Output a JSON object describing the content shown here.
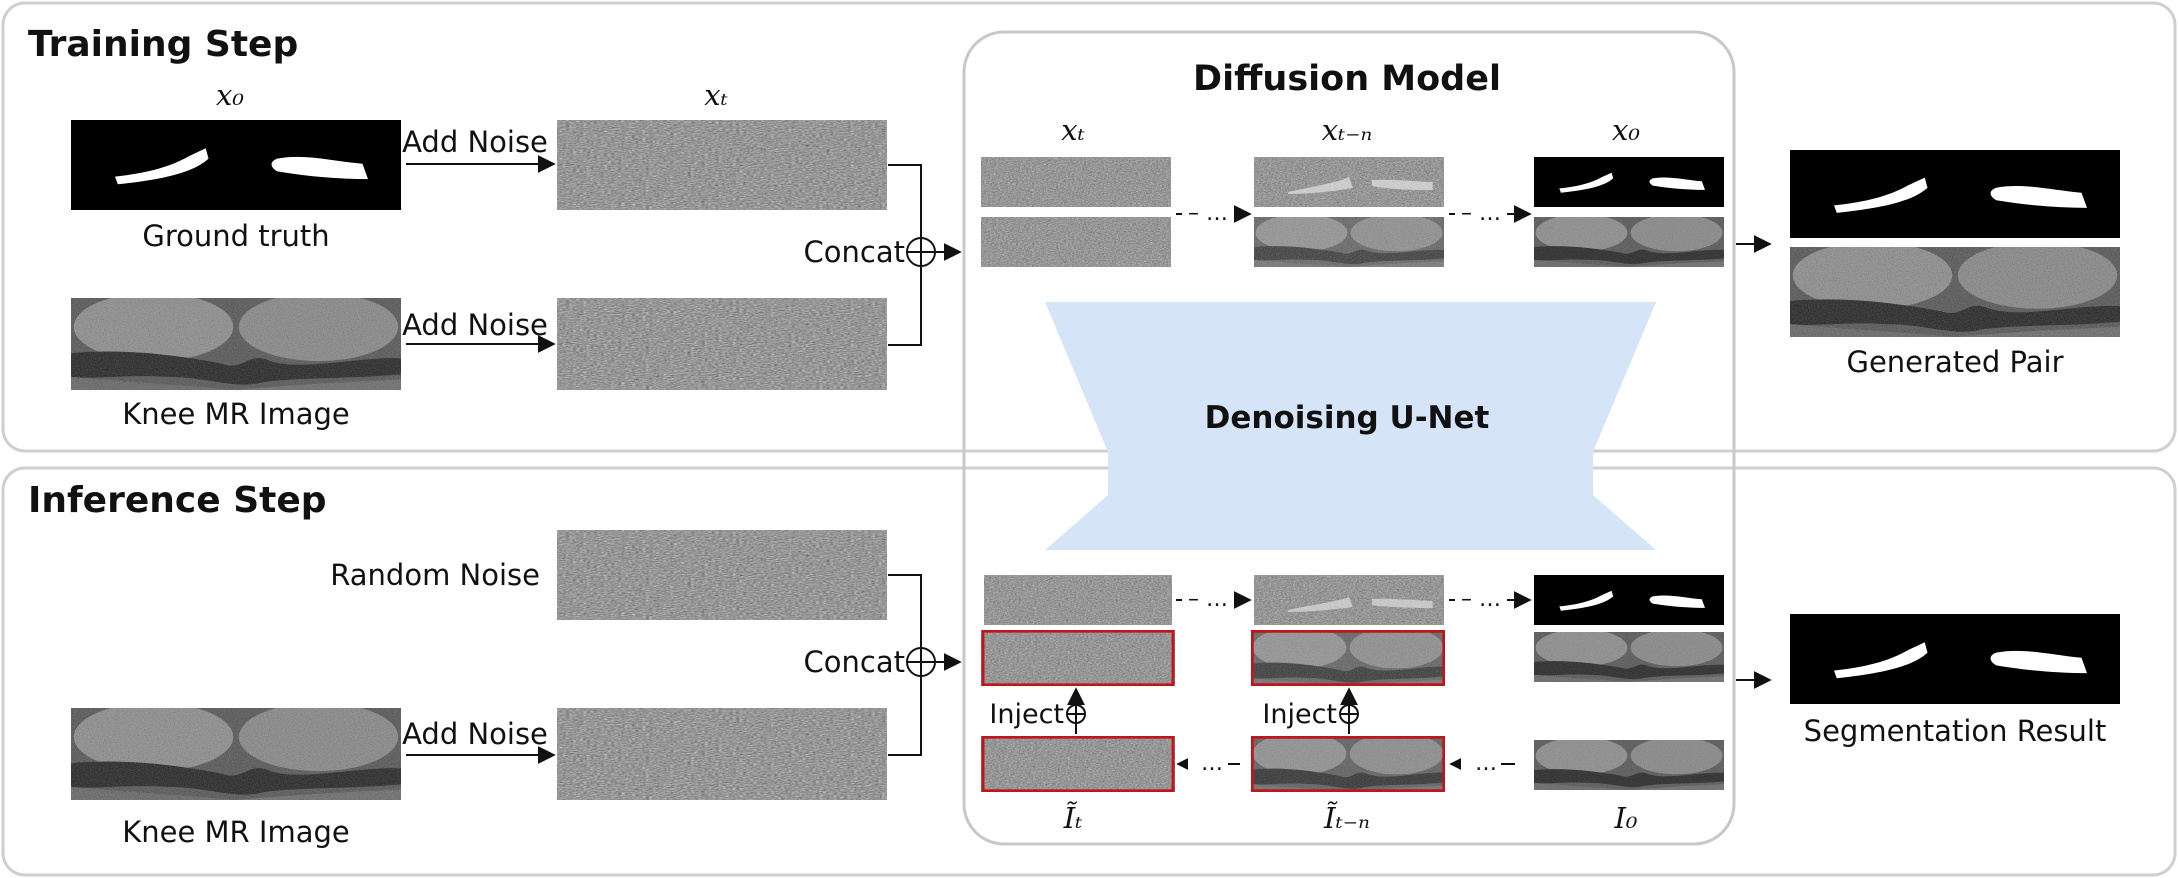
{
  "training": {
    "title": "Training Step",
    "x0_label": "x₀",
    "xt_label": "xₜ",
    "ground_truth": "Ground truth",
    "knee_image": "Knee MR Image",
    "add_noise_1": "Add Noise",
    "add_noise_2": "Add Noise",
    "concat": "Concat",
    "generated_pair": "Generated Pair"
  },
  "model": {
    "title": "Diffusion Model",
    "unet": "Denoising U-Net",
    "xt": "xₜ",
    "xtn": "xₜ₋ₙ",
    "x0": "x₀",
    "it": "Ĩₜ",
    "itn": "Ĩₜ₋ₙ",
    "i0": "I₀",
    "inject_1": "Inject",
    "inject_2": "Inject",
    "ellipsis": "– …",
    "ellipsis_back": "…"
  },
  "inference": {
    "title": "Inference Step",
    "random_noise": "Random Noise",
    "add_noise": "Add Noise",
    "knee_image": "Knee MR Image",
    "concat": "Concat",
    "segmentation_result": "Segmentation Result"
  },
  "colors": {
    "unet_fill": "#d6e4f7",
    "highlight_border": "#c0161b",
    "mask_bg": "#000000",
    "mask_fg": "#ffffff"
  }
}
